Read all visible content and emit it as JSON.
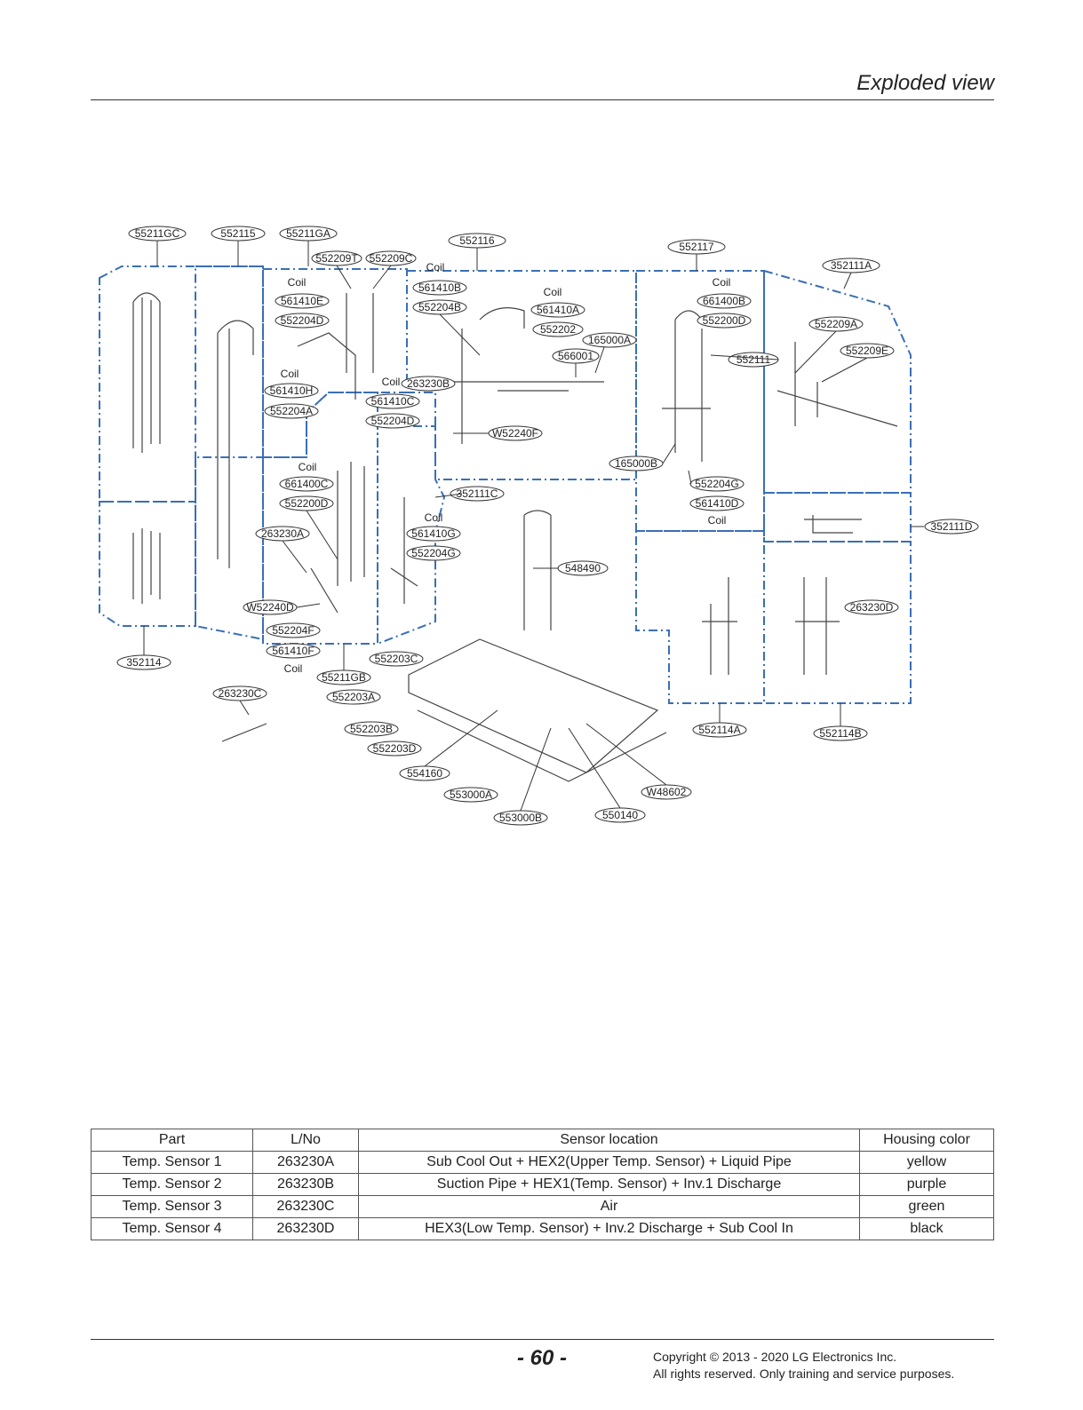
{
  "header": {
    "title": "Exploded view"
  },
  "diagram": {
    "callouts": [
      "55211GC",
      "552115",
      "55211GA",
      "552116",
      "552117",
      "352111A",
      "552209T",
      "552209C",
      "561410B",
      "561410E",
      "552204D",
      "552204B",
      "561410A",
      "552202",
      "165000A",
      "566001",
      "661400B",
      "552200D",
      "552209A",
      "552209E",
      "552111",
      "561410H",
      "552204A",
      "561410C",
      "263230B",
      "552204D",
      "W52240F",
      "165000B",
      "552204G",
      "561410D",
      "661400C",
      "552200D",
      "352111C",
      "561410G",
      "552204G",
      "263230A",
      "548490",
      "W52240D",
      "552204F",
      "561410F",
      "552203C",
      "55211GB",
      "352114",
      "263230C",
      "552203A",
      "552203B",
      "552203D",
      "554160",
      "553000A",
      "553000B",
      "550140",
      "W48602",
      "552114A",
      "552114B",
      "263230D",
      "352111D"
    ],
    "coil_label": "Coil"
  },
  "table": {
    "headers": [
      "Part",
      "L/No",
      "Sensor location",
      "Housing color"
    ],
    "rows": [
      [
        "Temp. Sensor 1",
        "263230A",
        "Sub Cool Out + HEX2(Upper Temp. Sensor) + Liquid Pipe",
        "yellow"
      ],
      [
        "Temp. Sensor 2",
        "263230B",
        "Suction Pipe + HEX1(Temp. Sensor) + Inv.1  Discharge",
        "purple"
      ],
      [
        "Temp. Sensor 3",
        "263230C",
        "Air",
        "green"
      ],
      [
        "Temp. Sensor 4",
        "263230D",
        "HEX3(Low Temp. Sensor) + Inv.2  Discharge + Sub Cool In",
        "black"
      ]
    ]
  },
  "footer": {
    "page_number": "- 60 -",
    "copyright_line1": "Copyright © 2013 - 2020 LG Electronics Inc.",
    "copyright_line2": "All rights reserved. Only training and service purposes."
  }
}
